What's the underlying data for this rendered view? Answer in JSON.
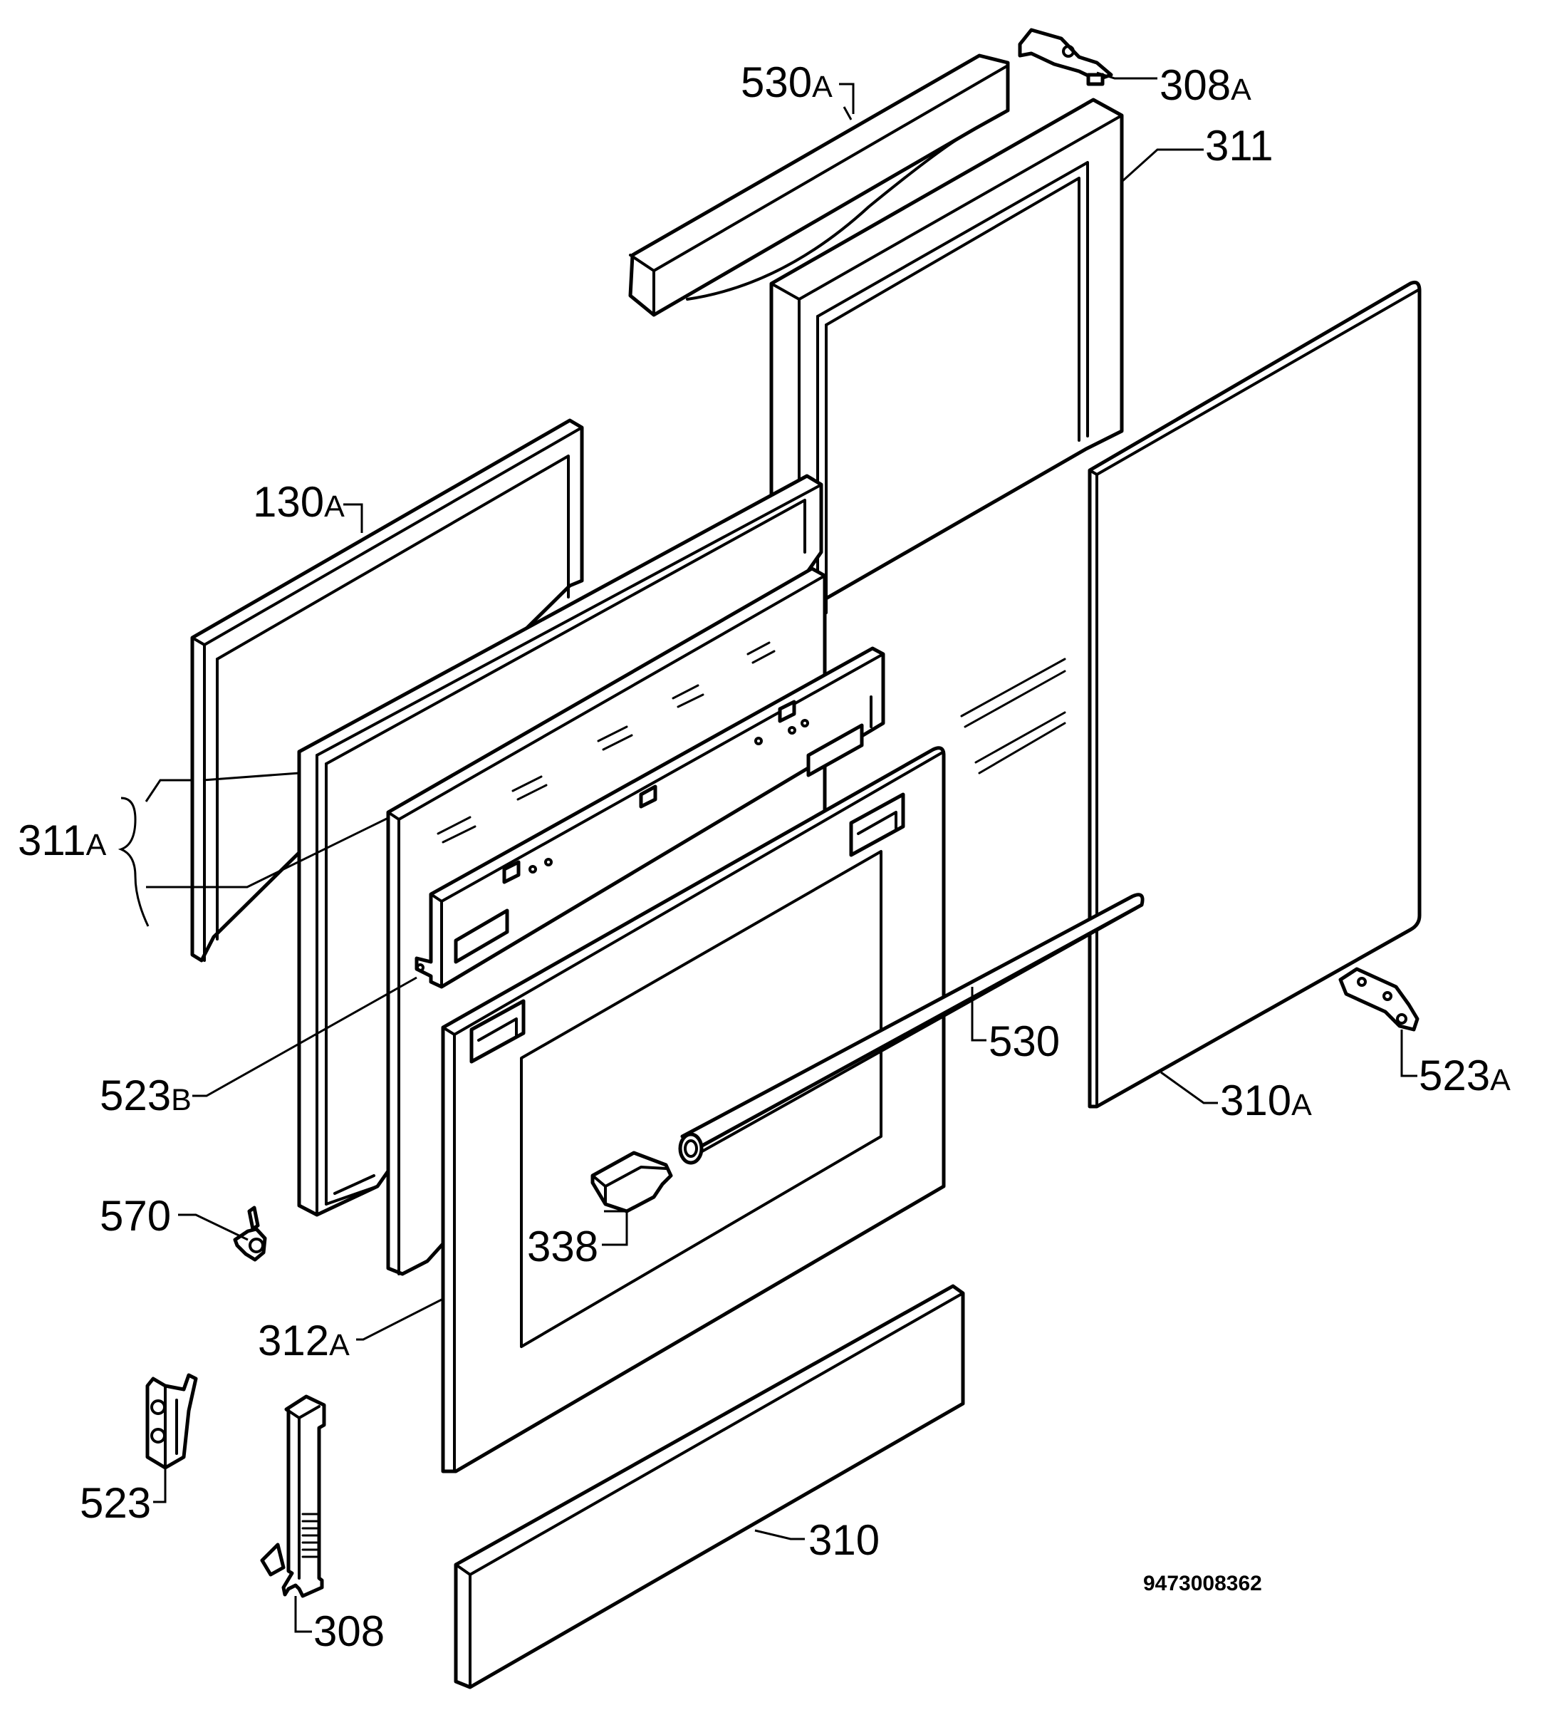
{
  "labels": {
    "p530A": {
      "num": "530",
      "suffix": "A"
    },
    "p308A": {
      "num": "308",
      "suffix": "A"
    },
    "p311": {
      "num": "311"
    },
    "p130A": {
      "num": "130",
      "suffix": "A"
    },
    "p311A": {
      "num": "311",
      "suffix": "A"
    },
    "p530": {
      "num": "530"
    },
    "p523A": {
      "num": "523",
      "suffix": "A"
    },
    "p310A": {
      "num": "310",
      "suffix": "A"
    },
    "p523B": {
      "num": "523",
      "suffix": "B"
    },
    "p570": {
      "num": "570"
    },
    "p338": {
      "num": "338"
    },
    "p312A": {
      "num": "312",
      "suffix": "A"
    },
    "p523": {
      "num": "523"
    },
    "p310": {
      "num": "310"
    },
    "p308": {
      "num": "308"
    }
  },
  "document_number": "9473008362"
}
